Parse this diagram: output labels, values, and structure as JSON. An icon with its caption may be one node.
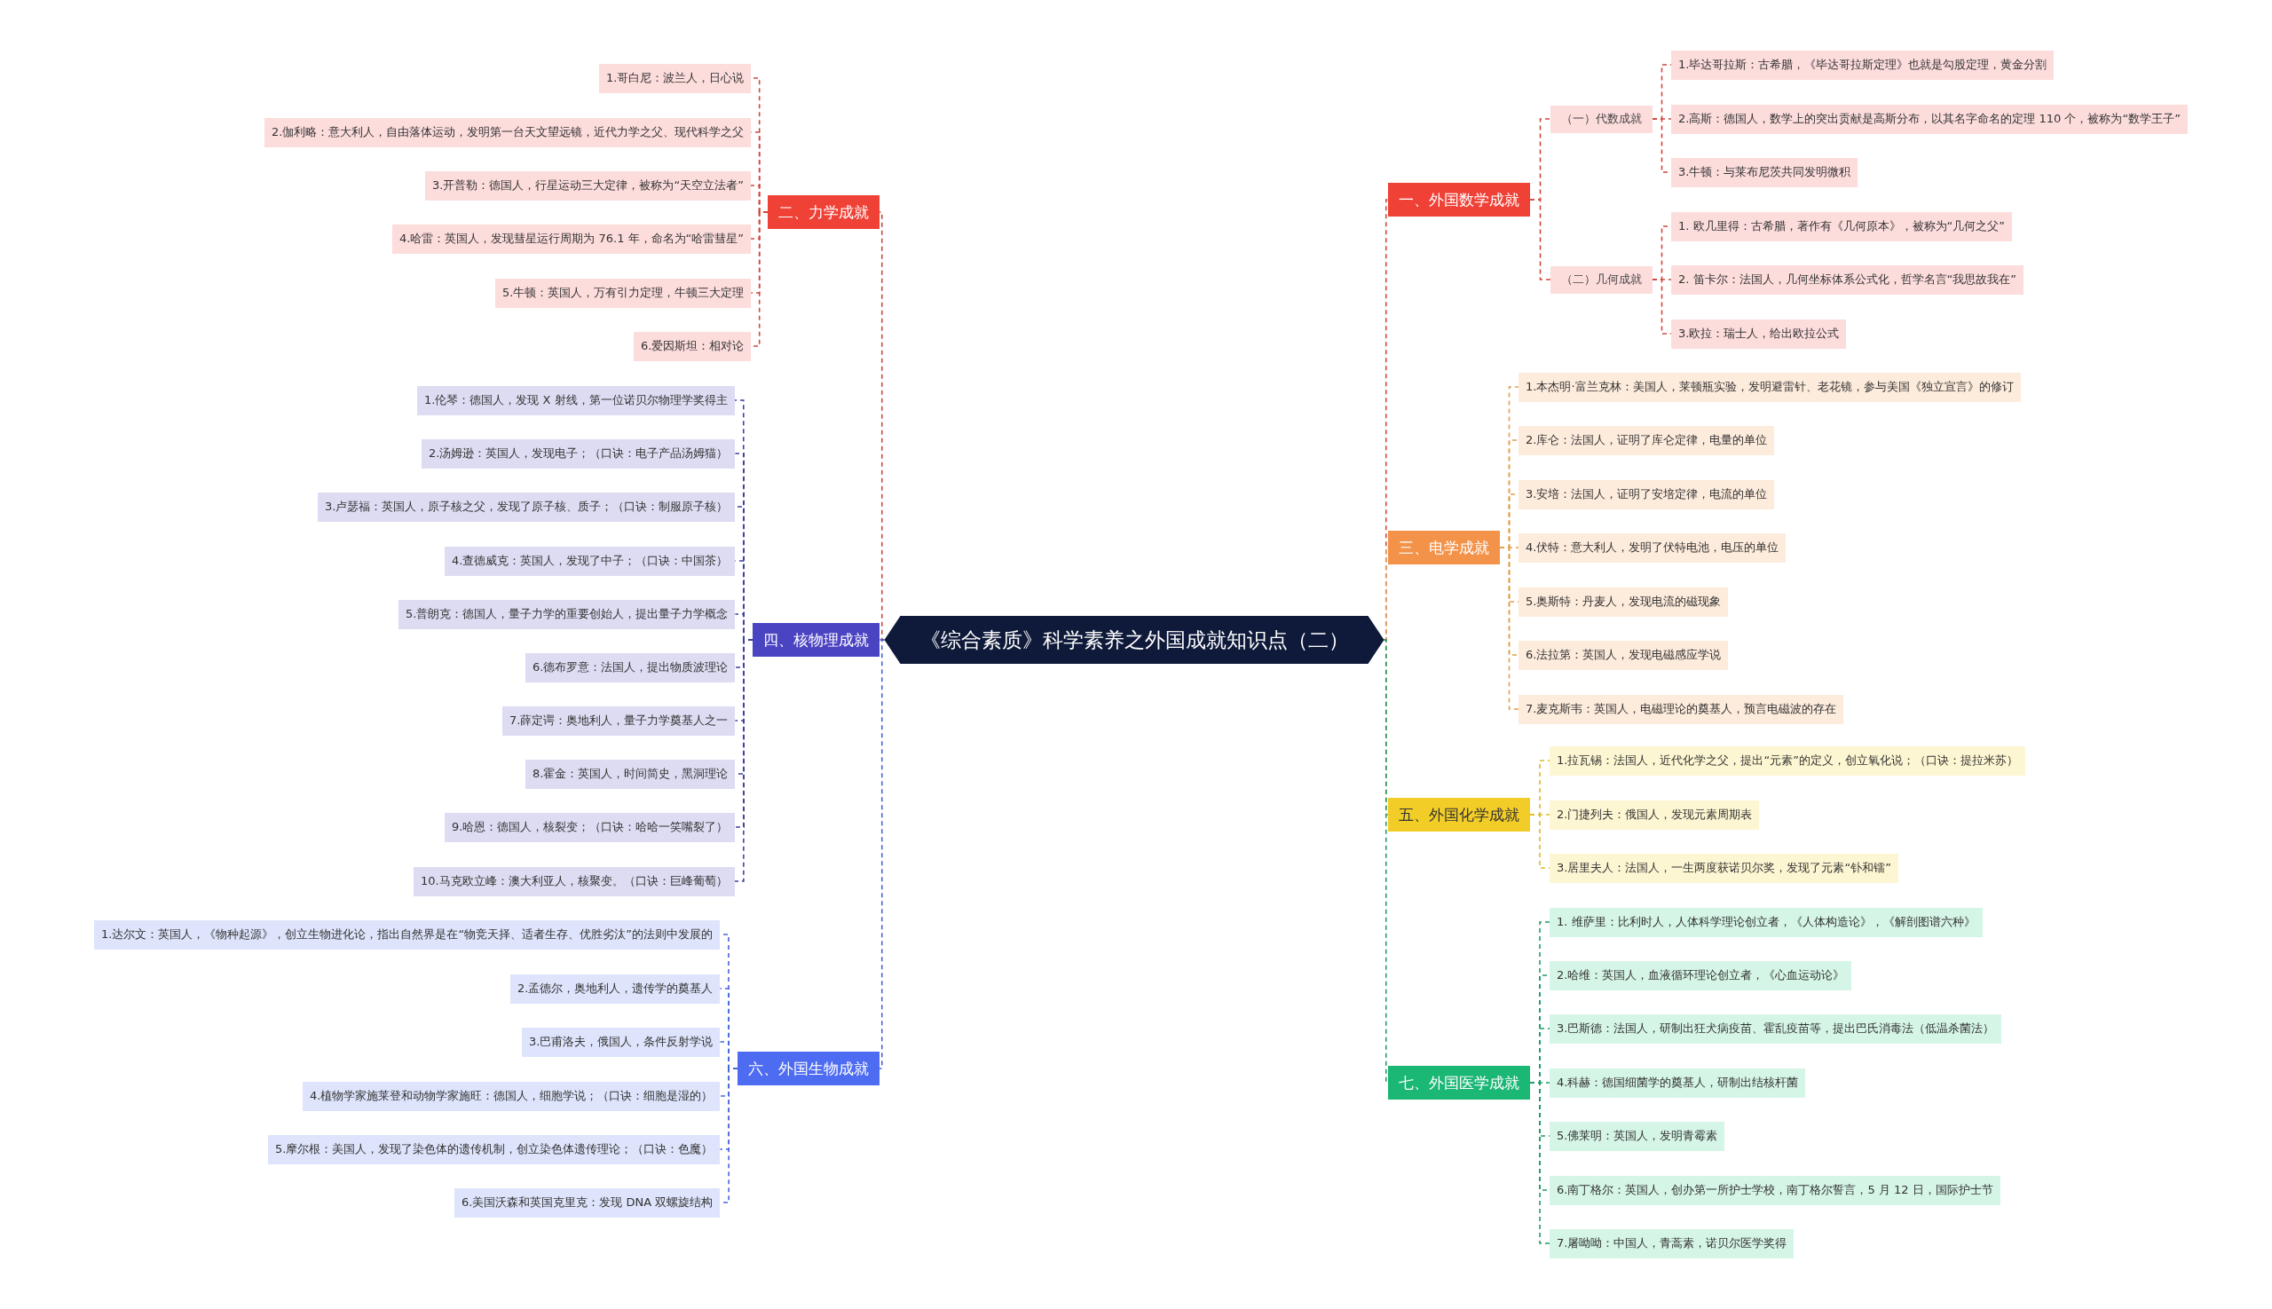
{
  "diagram": {
    "nodes": [
      {
        "text": [
          "《综合素质》科学素养之外国成就知识点（二）"
        ]
      },
      {
        "text": [
          "一、外国数学成就"
        ]
      },
      {
        "text": [
          "（一）代数成就"
        ]
      },
      {
        "text": [
          "1.毕达哥拉斯：古希腊，《毕达哥拉斯定理》也就是勾股定理，黄金分割"
        ]
      },
      {
        "text": [
          "2.高斯：德国人，数学上的突出贡献是高斯分布，以其名字命名的定理 110 个，被称为“数学王子”"
        ]
      },
      {
        "text": [
          "3.牛顿：与莱布尼茨共同发明微积"
        ]
      },
      {
        "text": [
          "（二）几何成就"
        ]
      },
      {
        "text": [
          "1. 欧几里得：古希腊，著作有《几何原本》，被称为“几何之父”"
        ]
      },
      {
        "text": [
          "2. 笛卡尔：法国人，几何坐标体系公式化，哲学名言“我思故我在”"
        ]
      },
      {
        "text": [
          "3.欧拉：瑞士人，给出欧拉公式"
        ]
      },
      {
        "text": [
          "二、力学成就"
        ]
      },
      {
        "text": [
          "1.哥白尼：波兰人，日心说"
        ]
      },
      {
        "text": [
          "2.伽利略：意大利人，自由落体运动，发明第一台天文望远镜，近代力学之父、现代科学之父"
        ]
      },
      {
        "text": [
          "3.开普勒：德国人，行星运动三大定律，被称为“天空立法者”"
        ]
      },
      {
        "text": [
          "4.哈雷：英国人，发现彗星运行周期为 76.1 年，命名为“哈雷彗星”"
        ]
      },
      {
        "text": [
          "5.牛顿：英国人，万有引力定理，牛顿三大定理"
        ]
      },
      {
        "text": [
          "6.爱因斯坦：相对论"
        ]
      },
      {
        "text": [
          "三、电学成就"
        ]
      },
      {
        "text": [
          "1.本杰明·富兰克林：美国人，莱顿瓶实验，发明避雷针、老花镜，参与美国《独立宣言》的修订"
        ]
      },
      {
        "text": [
          "2.库仑：法国人，证明了库仑定律，电量的单位"
        ]
      },
      {
        "text": [
          "3.安培：法国人，证明了安培定律，电流的单位"
        ]
      },
      {
        "text": [
          "4.伏特：意大利人，发明了伏特电池，电压的单位"
        ]
      },
      {
        "text": [
          "5.奥斯特：丹麦人，发现电流的磁现象"
        ]
      },
      {
        "text": [
          "6.法拉第：英国人，发现电磁感应学说"
        ]
      },
      {
        "text": [
          "7.麦克斯韦：英国人，电磁理论的奠基人，预言电磁波的存在"
        ]
      },
      {
        "text": [
          "四、核物理成就"
        ]
      },
      {
        "text": [
          "1.伦琴：德国人，发现 X 射线，第一位诺贝尔物理学奖得主"
        ]
      },
      {
        "text": [
          "2.汤姆逊：英国人，发现电子；（口诀：电子产品汤姆猫）"
        ]
      },
      {
        "text": [
          "3.卢瑟福：英国人，原子核之父，发现了原子核、质子；（口诀：制服原子核）"
        ]
      },
      {
        "text": [
          "4.查德威克：英国人，发现了中子；（口诀：中国茶）"
        ]
      },
      {
        "text": [
          "5.普朗克：德国人，量子力学的重要创始人，提出量子力学概念"
        ]
      },
      {
        "text": [
          "6.德布罗意：法国人，提出物质波理论"
        ]
      },
      {
        "text": [
          "7.薛定谔：奥地利人，量子力学奠基人之一"
        ]
      },
      {
        "text": [
          "8.霍金：英国人，时间简史，黑洞理论"
        ]
      },
      {
        "text": [
          "9.哈恩：德国人，核裂变；（口诀：哈哈一笑嘴裂了）"
        ]
      },
      {
        "text": [
          "10.马克欧立峰：澳大利亚人，核聚变。（口诀：巨峰葡萄）"
        ]
      },
      {
        "text": [
          "五、外国化学成就"
        ]
      },
      {
        "text": [
          "1.拉瓦锡：法国人，近代化学之父，提出“元素”的定义，创立氧化说；（口诀：提拉米苏）"
        ]
      },
      {
        "text": [
          "2.门捷列夫：俄国人，发现元素周期表"
        ]
      },
      {
        "text": [
          "3.居里夫人：法国人，一生两度获诺贝尔奖，发现了元素“钋和镭”"
        ]
      },
      {
        "text": [
          "六、外国生物成就"
        ]
      },
      {
        "text": [
          "1.达尔文：英国人，《物种起源》，创立生物进化论，指出自然界是在“物竞天择、适者生存、优胜劣汰”的法则中发展的"
        ]
      },
      {
        "text": [
          "2.孟德尔，奥地利人，遗传学的奠基人"
        ]
      },
      {
        "text": [
          "3.巴甫洛夫，俄国人，条件反射学说"
        ]
      },
      {
        "text": [
          "4.植物学家施莱登和动物学家施旺：德国人，细胞学说；（口诀：细胞是湿的）"
        ]
      },
      {
        "text": [
          "5.摩尔根：美国人，发现了染色体的遗传机制，创立染色体遗传理论；（口诀：色魔）"
        ]
      },
      {
        "text": [
          "6.美国沃森和英国克里克：发现 DNA 双螺旋结构"
        ]
      },
      {
        "text": [
          "七、外国医学成就"
        ]
      },
      {
        "text": [
          "1. 维萨里：比利时人，人体科学理论创立者，《人体构造论》，《解剖图谱六种》"
        ]
      },
      {
        "text": [
          "2.哈维：英国人，血液循环理论创立者，《心血运动论》"
        ]
      },
      {
        "text": [
          "3.巴斯德：法国人，研制出狂犬病疫苗、霍乱疫苗等，提出巴氏消毒法（低温杀菌法）"
        ]
      },
      {
        "text": [
          "4.科赫：德国细菌学的奠基人，研制出结核杆菌"
        ]
      },
      {
        "text": [
          "5.佛莱明：英国人，发明青霉素"
        ]
      },
      {
        "text": [
          "6.南丁格尔：英国人，创办第一所护士学校，南丁格尔誓言，5 月 12 日，国际护士节"
        ]
      },
      {
        "text": [
          "7.屠呦呦：中国人，青蒿素，诺贝尔医学奖得"
        ]
      }
    ],
    "edges": [
      {
        "from": 0,
        "to": 1,
        "arrow": "none",
        "style": "dashed",
        "color": "#d0473f"
      },
      {
        "from": 0,
        "to": 10,
        "arrow": "none",
        "style": "dashed",
        "color": "#d0473f"
      },
      {
        "from": 0,
        "to": 17,
        "arrow": "none",
        "style": "dashed",
        "color": "#e0a050"
      },
      {
        "from": 0,
        "to": 25,
        "arrow": "none",
        "style": "dashed",
        "color": "#3f3f9e"
      },
      {
        "from": 0,
        "to": 36,
        "arrow": "none",
        "style": "dashed",
        "color": "#8a9a3a"
      },
      {
        "from": 0,
        "to": 40,
        "arrow": "none",
        "style": "dashed",
        "color": "#4666dc"
      },
      {
        "from": 0,
        "to": 47,
        "arrow": "none",
        "style": "dashed",
        "color": "#1f9d68"
      },
      {
        "from": 1,
        "to": 2,
        "arrow": "none",
        "style": "dashed",
        "color": "#d0473f"
      },
      {
        "from": 2,
        "to": 3,
        "arrow": "none",
        "style": "dashed",
        "color": "#d0473f"
      },
      {
        "from": 2,
        "to": 4,
        "arrow": "none",
        "style": "dashed",
        "color": "#d0473f"
      },
      {
        "from": 2,
        "to": 5,
        "arrow": "none",
        "style": "dashed",
        "color": "#d0473f"
      },
      {
        "from": 1,
        "to": 6,
        "arrow": "none",
        "style": "dashed",
        "color": "#d0473f"
      },
      {
        "from": 6,
        "to": 7,
        "arrow": "none",
        "style": "dashed",
        "color": "#d0473f"
      },
      {
        "from": 6,
        "to": 8,
        "arrow": "none",
        "style": "dashed",
        "color": "#d0473f"
      },
      {
        "from": 6,
        "to": 9,
        "arrow": "none",
        "style": "dashed",
        "color": "#d0473f"
      },
      {
        "from": 10,
        "to": 11,
        "arrow": "none",
        "style": "dashed",
        "color": "#d0473f"
      },
      {
        "from": 10,
        "to": 12,
        "arrow": "none",
        "style": "dashed",
        "color": "#d0473f"
      },
      {
        "from": 10,
        "to": 13,
        "arrow": "none",
        "style": "dashed",
        "color": "#d0473f"
      },
      {
        "from": 10,
        "to": 14,
        "arrow": "none",
        "style": "dashed",
        "color": "#d0473f"
      },
      {
        "from": 10,
        "to": 15,
        "arrow": "none",
        "style": "dashed",
        "color": "#d0473f"
      },
      {
        "from": 10,
        "to": 16,
        "arrow": "none",
        "style": "dashed",
        "color": "#d0473f"
      },
      {
        "from": 17,
        "to": 18,
        "arrow": "none",
        "style": "dashed",
        "color": "#e0a050"
      },
      {
        "from": 17,
        "to": 19,
        "arrow": "none",
        "style": "dashed",
        "color": "#e0a050"
      },
      {
        "from": 17,
        "to": 20,
        "arrow": "none",
        "style": "dashed",
        "color": "#e0a050"
      },
      {
        "from": 17,
        "to": 21,
        "arrow": "none",
        "style": "dashed",
        "color": "#e0a050"
      },
      {
        "from": 17,
        "to": 22,
        "arrow": "none",
        "style": "dashed",
        "color": "#e0a050"
      },
      {
        "from": 17,
        "to": 23,
        "arrow": "none",
        "style": "dashed",
        "color": "#e0a050"
      },
      {
        "from": 17,
        "to": 24,
        "arrow": "none",
        "style": "dashed",
        "color": "#e0a050"
      },
      {
        "from": 25,
        "to": 26,
        "arrow": "none",
        "style": "dashed",
        "color": "#3f3f9e"
      },
      {
        "from": 25,
        "to": 27,
        "arrow": "none",
        "style": "dashed",
        "color": "#3f3f9e"
      },
      {
        "from": 25,
        "to": 28,
        "arrow": "none",
        "style": "dashed",
        "color": "#3f3f9e"
      },
      {
        "from": 25,
        "to": 29,
        "arrow": "none",
        "style": "dashed",
        "color": "#3f3f9e"
      },
      {
        "from": 25,
        "to": 30,
        "arrow": "none",
        "style": "dashed",
        "color": "#3f3f9e"
      },
      {
        "from": 25,
        "to": 31,
        "arrow": "none",
        "style": "dashed",
        "color": "#3f3f9e"
      },
      {
        "from": 25,
        "to": 32,
        "arrow": "none",
        "style": "dashed",
        "color": "#3f3f9e"
      },
      {
        "from": 25,
        "to": 33,
        "arrow": "none",
        "style": "dashed",
        "color": "#3f3f9e"
      },
      {
        "from": 25,
        "to": 34,
        "arrow": "none",
        "style": "dashed",
        "color": "#3f3f9e"
      },
      {
        "from": 25,
        "to": 35,
        "arrow": "none",
        "style": "dashed",
        "color": "#3f3f9e"
      },
      {
        "from": 36,
        "to": 37,
        "arrow": "none",
        "style": "dashed",
        "color": "#dcbc2a"
      },
      {
        "from": 36,
        "to": 38,
        "arrow": "none",
        "style": "dashed",
        "color": "#dcbc2a"
      },
      {
        "from": 36,
        "to": 39,
        "arrow": "none",
        "style": "dashed",
        "color": "#dcbc2a"
      },
      {
        "from": 40,
        "to": 41,
        "arrow": "none",
        "style": "dashed",
        "color": "#4666dc"
      },
      {
        "from": 40,
        "to": 42,
        "arrow": "none",
        "style": "dashed",
        "color": "#4666dc"
      },
      {
        "from": 40,
        "to": 43,
        "arrow": "none",
        "style": "dashed",
        "color": "#4666dc"
      },
      {
        "from": 40,
        "to": 44,
        "arrow": "none",
        "style": "dashed",
        "color": "#4666dc"
      },
      {
        "from": 40,
        "to": 45,
        "arrow": "none",
        "style": "dashed",
        "color": "#4666dc"
      },
      {
        "from": 40,
        "to": 46,
        "arrow": "none",
        "style": "dashed",
        "color": "#4666dc"
      },
      {
        "from": 47,
        "to": 48,
        "arrow": "none",
        "style": "dashed",
        "color": "#1f9d68"
      },
      {
        "from": 47,
        "to": 49,
        "arrow": "none",
        "style": "dashed",
        "color": "#1f9d68"
      },
      {
        "from": 47,
        "to": 50,
        "arrow": "none",
        "style": "dashed",
        "color": "#1f9d68"
      },
      {
        "from": 47,
        "to": 51,
        "arrow": "none",
        "style": "dashed",
        "color": "#1f9d68"
      },
      {
        "from": 47,
        "to": 52,
        "arrow": "none",
        "style": "dashed",
        "color": "#1f9d68"
      },
      {
        "from": 47,
        "to": 53,
        "arrow": "none",
        "style": "dashed",
        "color": "#1f9d68"
      },
      {
        "from": 47,
        "to": 54,
        "arrow": "none",
        "style": "dashed",
        "color": "#1f9d68"
      }
    ]
  }
}
